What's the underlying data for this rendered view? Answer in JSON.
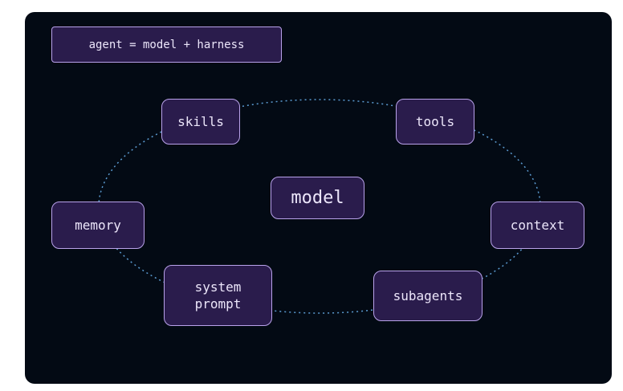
{
  "colors": {
    "background": "#030a14",
    "page": "#ffffff",
    "node_fill": "#2a1c4c",
    "node_border": "#b9a2ea",
    "text": "#ece6fa",
    "ring": "#5b9bd1"
  },
  "header": {
    "label": "agent = model + harness"
  },
  "center": {
    "label": "model"
  },
  "nodes": {
    "skills": "skills",
    "tools": "tools",
    "memory": "memory",
    "context": "context",
    "system_prompt": "system\nprompt",
    "subagents": "subagents"
  }
}
